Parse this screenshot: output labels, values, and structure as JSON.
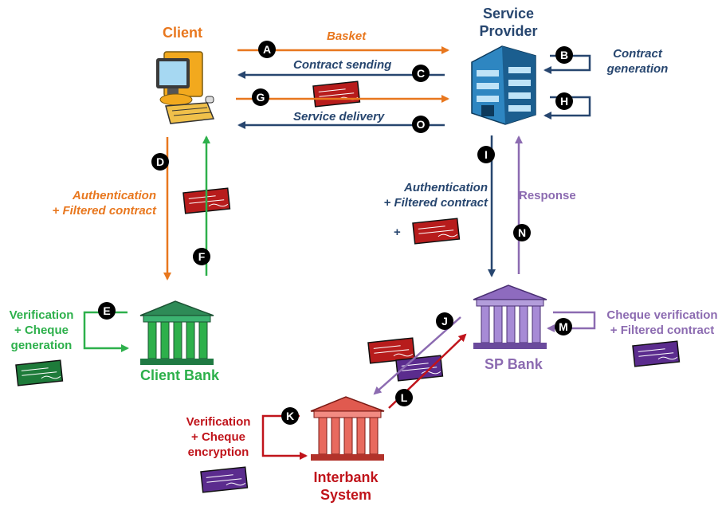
{
  "nodes": {
    "client": "Client",
    "service_provider": "Service\nProvider",
    "client_bank": "Client Bank",
    "sp_bank": "SP Bank",
    "interbank": "Interbank\nSystem"
  },
  "edges": {
    "basket": "Basket",
    "contract_sending": "Contract sending",
    "service_delivery": "Service delivery",
    "contract_generation": "Contract\ngeneration",
    "auth_client": "Authentication\n+ Filtered contract",
    "auth_sp": "Authentication\n+ Filtered contract",
    "plus": "+",
    "response": "Response",
    "verif_client": "Verification\n+ Cheque\ngeneration",
    "verif_interbank": "Verification\n+ Cheque\nencryption",
    "cheque_verif": "Cheque verification\n+ Filtered contract"
  },
  "steps": {
    "A": "A",
    "B": "B",
    "C": "C",
    "D": "D",
    "E": "E",
    "F": "F",
    "G": "G",
    "H": "H",
    "I": "I",
    "J": "J",
    "K": "K",
    "L": "L",
    "M": "M",
    "N": "N",
    "O": "O"
  },
  "colors": {
    "orange": "#E8771E",
    "blue": "#27466F",
    "green": "#2DB04B",
    "purple": "#8C6BB1",
    "red": "#C0141B"
  }
}
